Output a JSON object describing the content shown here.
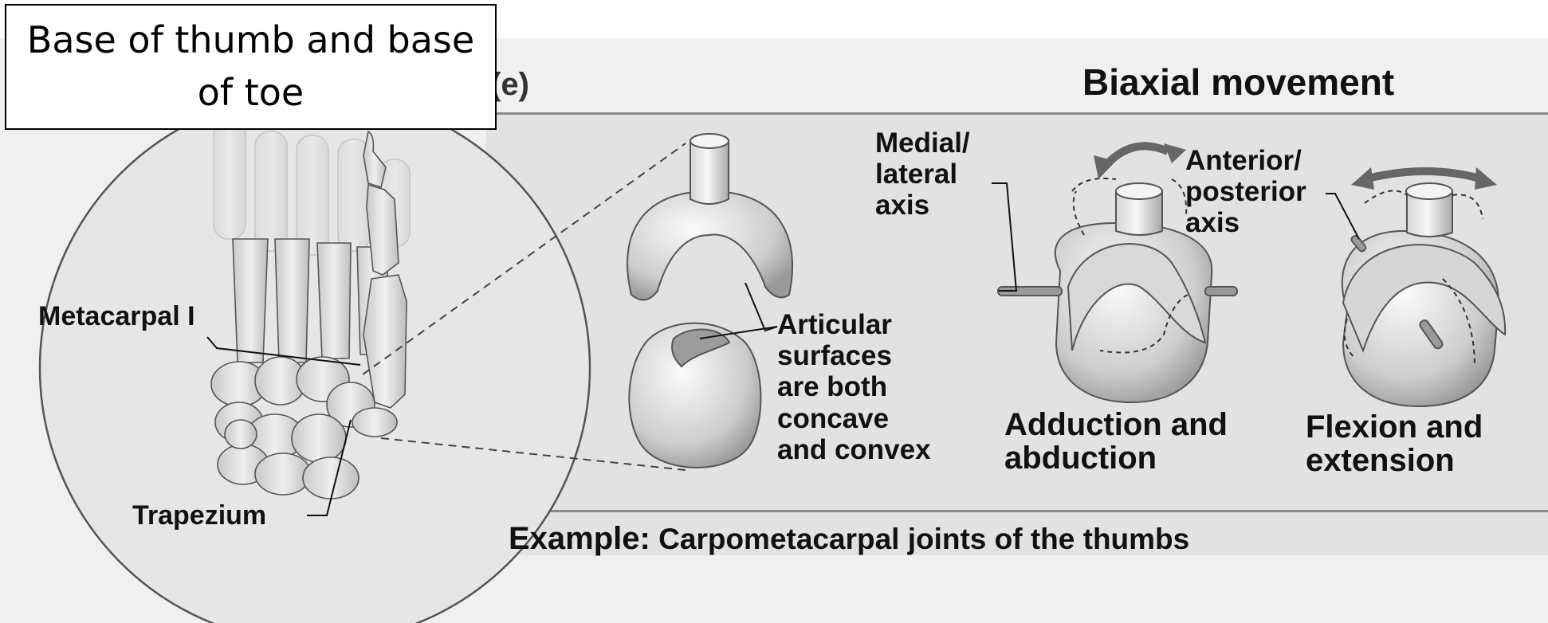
{
  "callout": {
    "text": "Base of thumb and base of toe"
  },
  "header": {
    "panel_letter": "(e)",
    "title": "Biaxial movement"
  },
  "labels": {
    "metacarpal": "Metacarpal I",
    "trapezium": "Trapezium",
    "articular": [
      "Articular",
      "surfaces",
      "are both",
      "concave",
      "and convex"
    ],
    "medial_axis": [
      "Medial/",
      "lateral",
      "axis"
    ],
    "anterior_axis": [
      "Anterior/",
      "posterior",
      "axis"
    ],
    "adduction": [
      "Adduction and",
      "abduction"
    ],
    "flexion": [
      "Flexion and",
      "extension"
    ]
  },
  "example": {
    "label": "Example:",
    "text": "Carpometacarpal joints of the thumbs"
  }
}
